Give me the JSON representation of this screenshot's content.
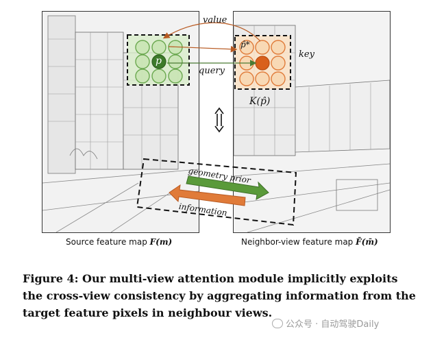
{
  "figure": {
    "left_panel_label": "Source feature map",
    "left_panel_math": "F(m)",
    "right_panel_label": "Neighbor-view feature map",
    "right_panel_math": "F̄(m̄)",
    "annotations": {
      "value": "value",
      "key": "key",
      "query": "query",
      "p": "p",
      "p_hat_star": "p̂*",
      "k_p_hat": "K(p̂)",
      "geometry_prior": "geometry prior",
      "information": "information"
    },
    "colors": {
      "query_green": "#6aa84f",
      "key_orange": "#e07b39",
      "key_fill": "#f8d9b5",
      "query_fill": "#c9e4b4"
    }
  },
  "caption": "Figure 4: Our multi-view attention module implicitly exploits the cross-view consistency by aggregating information from the target feature pixels in neighbour views.",
  "watermark": "公众号 · 自动驾驶Daily"
}
